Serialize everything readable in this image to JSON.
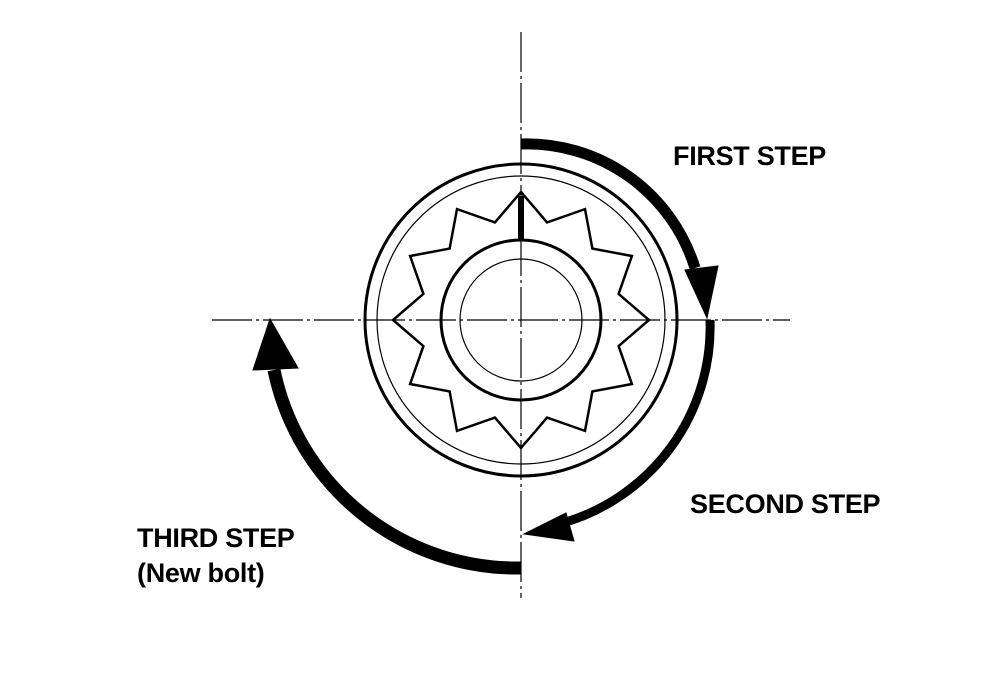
{
  "labels": {
    "first_step": "FIRST STEP",
    "second_step": "SECOND STEP",
    "third_step": "THIRD STEP",
    "third_step_note": "(New bolt)"
  },
  "colors": {
    "ink": "#000000",
    "background": "#ffffff"
  },
  "icons": {
    "bolt": "twelve-point-bolt-head-icon",
    "arrows": [
      "first-step-arrow-icon",
      "second-step-arrow-icon",
      "third-step-arrow-icon"
    ]
  }
}
